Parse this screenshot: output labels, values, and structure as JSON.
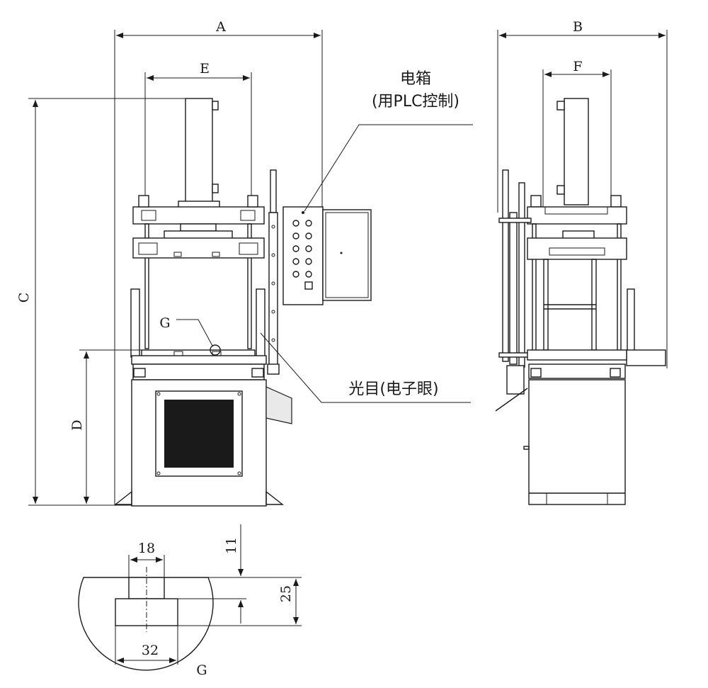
{
  "dimensions": {
    "a": "A",
    "b": "B",
    "c": "C",
    "d": "D",
    "e": "E",
    "f": "F",
    "g_marker": "G",
    "detail_width_top": "18",
    "detail_depth_top": "11",
    "detail_height": "25",
    "detail_width_bottom": "32",
    "detail_title": "G"
  },
  "callouts": {
    "electric_box_line1": "电箱",
    "electric_box_line2": "(用PLC控制)",
    "light_curtain": "光目(电子眼)"
  }
}
